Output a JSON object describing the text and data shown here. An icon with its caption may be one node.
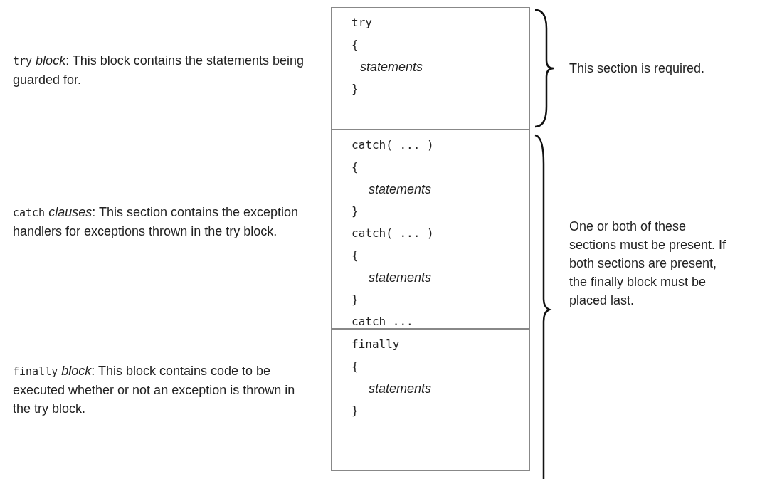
{
  "diagram": {
    "nodes": [
      {
        "text": [
          "try",
          "{",
          "statements",
          "}"
        ]
      },
      {
        "text": [
          "catch( ... )",
          "{",
          "statements",
          "}",
          "catch( ... )",
          "{",
          "statements",
          "}",
          "catch ..."
        ]
      },
      {
        "text": [
          "finally",
          "{",
          "statements",
          "}"
        ]
      }
    ],
    "labels": [
      "try *block*: This block contains the statements being guarded for.",
      "This section is required.",
      "catch *clauses*: This section contains the exception handlers for exceptions thrown in the try block.",
      "One or both of these sections must be present. If both sections are present, the finally block must be placed last.",
      "finally *block*: This block contains code to be executed whether or not an exception is thrown in the try block."
    ]
  }
}
